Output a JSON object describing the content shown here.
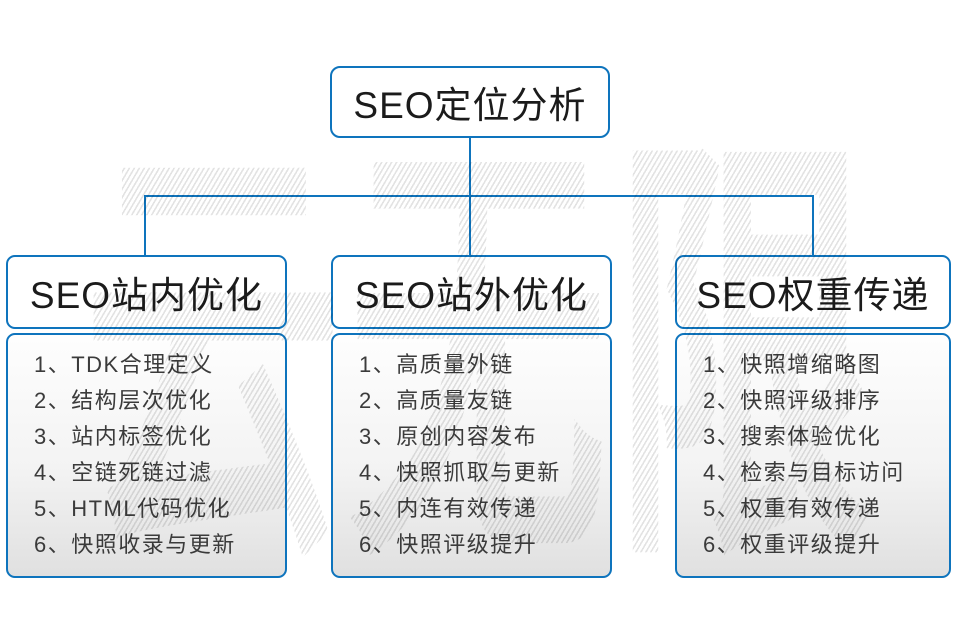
{
  "colors": {
    "accent": "#0e74bd"
  },
  "watermark": {
    "text": "云无限"
  },
  "root": {
    "title": "SEO定位分析"
  },
  "columns": [
    {
      "title": "SEO站内优化",
      "items": [
        "1、TDK合理定义",
        "2、结构层次优化",
        "3、站内标签优化",
        "4、空链死链过滤",
        "5、HTML代码优化",
        "6、快照收录与更新"
      ]
    },
    {
      "title": "SEO站外优化",
      "items": [
        "1、高质量外链",
        "2、高质量友链",
        "3、原创内容发布",
        "4、快照抓取与更新",
        "5、内连有效传递",
        "6、快照评级提升"
      ]
    },
    {
      "title": "SEO权重传递",
      "items": [
        "1、快照增缩略图",
        "2、快照评级排序",
        "3、搜索体验优化",
        "4、检索与目标访问",
        "5、权重有效传递",
        "6、权重评级提升"
      ]
    }
  ]
}
